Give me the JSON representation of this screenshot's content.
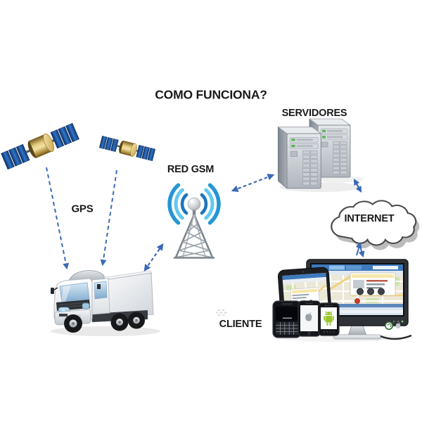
{
  "title": "COMO FUNCIONA?",
  "labels": {
    "gps": "GPS",
    "red_gsm": "RED GSM",
    "servidores": "SERVIDORES",
    "internet": "INTERNET",
    "cliente": "CLIENTE"
  },
  "icons": [
    {
      "name": "satellite-1-icon",
      "meaning": "GPS satellite"
    },
    {
      "name": "satellite-2-icon",
      "meaning": "GPS satellite"
    },
    {
      "name": "truck-icon",
      "meaning": "tracked delivery truck"
    },
    {
      "name": "gsm-tower-icon",
      "meaning": "GSM antenna tower with radio waves"
    },
    {
      "name": "server-towers-icon",
      "meaning": "two server towers"
    },
    {
      "name": "internet-cloud-icon",
      "meaning": "internet cloud"
    },
    {
      "name": "client-devices-icon",
      "meaning": "monitor, tablet, BlackBerry, iPhone and Android phone running tracking software"
    }
  ],
  "connections": [
    {
      "from": "satellite-1",
      "to": "truck",
      "arrow": "one-way",
      "style": "dashed"
    },
    {
      "from": "satellite-2",
      "to": "truck",
      "arrow": "one-way",
      "style": "dashed"
    },
    {
      "from": "truck",
      "to": "gsm-tower",
      "arrow": "two-way",
      "style": "dashed"
    },
    {
      "from": "gsm-tower",
      "to": "servers",
      "arrow": "two-way",
      "style": "dashed"
    },
    {
      "from": "servers",
      "to": "internet-cloud",
      "arrow": "two-way",
      "style": "solid"
    },
    {
      "from": "internet-cloud",
      "to": "client-devices",
      "arrow": "two-way",
      "style": "solid"
    }
  ],
  "colors": {
    "background": "#ffffff",
    "arrow_blue": "#3a69b5",
    "signal_blue_dark": "#1b75bc",
    "signal_blue_light": "#62c8f0",
    "signal_blue_mid": "#2496d4",
    "text": "#1a1a1a",
    "led_green": "#56b04c",
    "android_green": "#9dc52f"
  }
}
